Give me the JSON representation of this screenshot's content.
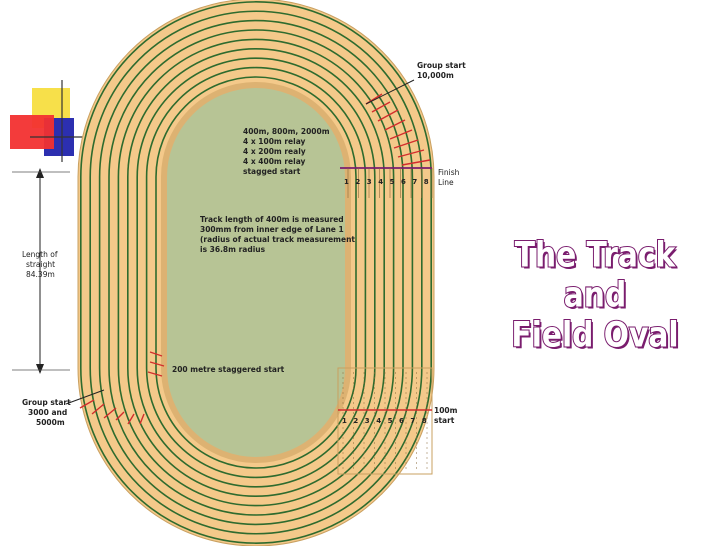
{
  "colors": {
    "track": "#f4c98a",
    "lane_line": "#2e6b2e",
    "infield": "#b7c495",
    "marker": "#d22d2d",
    "title_outline": "#7a1d6e"
  },
  "labels": {
    "group_start_10000": [
      "Group start",
      "10,000m"
    ],
    "finish_line": [
      "Finish",
      "Line"
    ],
    "start_400_block": [
      "400m, 800m, 2000m",
      "4 x 100m relay",
      "4 x 200m realy",
      "4 x 400m relay",
      "stagged start"
    ],
    "track_length_note": [
      "Track length of 400m is measured",
      "300mm from inner edge of Lane 1",
      "(radius of actual track measurement",
      "is 36.8m radius"
    ],
    "length_of_straight": [
      "Length of",
      "straight",
      "84.39m"
    ],
    "staggered_200": "200 metre staggered start",
    "group_start_3000": [
      "Group start",
      "3000 and",
      "5000m"
    ],
    "start_100m": [
      "100m",
      "start"
    ]
  },
  "lane_numbers": [
    "1",
    "2",
    "3",
    "4",
    "5",
    "6",
    "7",
    "8"
  ],
  "title": [
    "The Track and",
    "Field Oval"
  ]
}
